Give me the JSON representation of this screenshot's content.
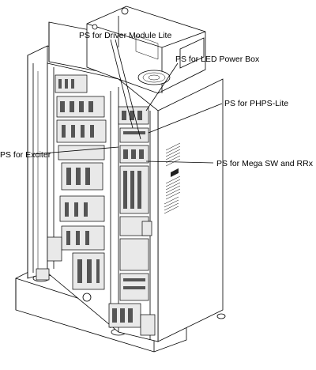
{
  "figure": {
    "callouts": [
      {
        "id": "driver-module-lite",
        "text": "PS for Driver Module Lite"
      },
      {
        "id": "led-power-box",
        "text": "PS for LED Power Box"
      },
      {
        "id": "phps-lite",
        "text": "PS for PHPS-Lite"
      },
      {
        "id": "exciter",
        "text": "PS for Exciter"
      },
      {
        "id": "mega-sw-rrx",
        "text": "PS for Mega SW and RRx"
      }
    ]
  }
}
